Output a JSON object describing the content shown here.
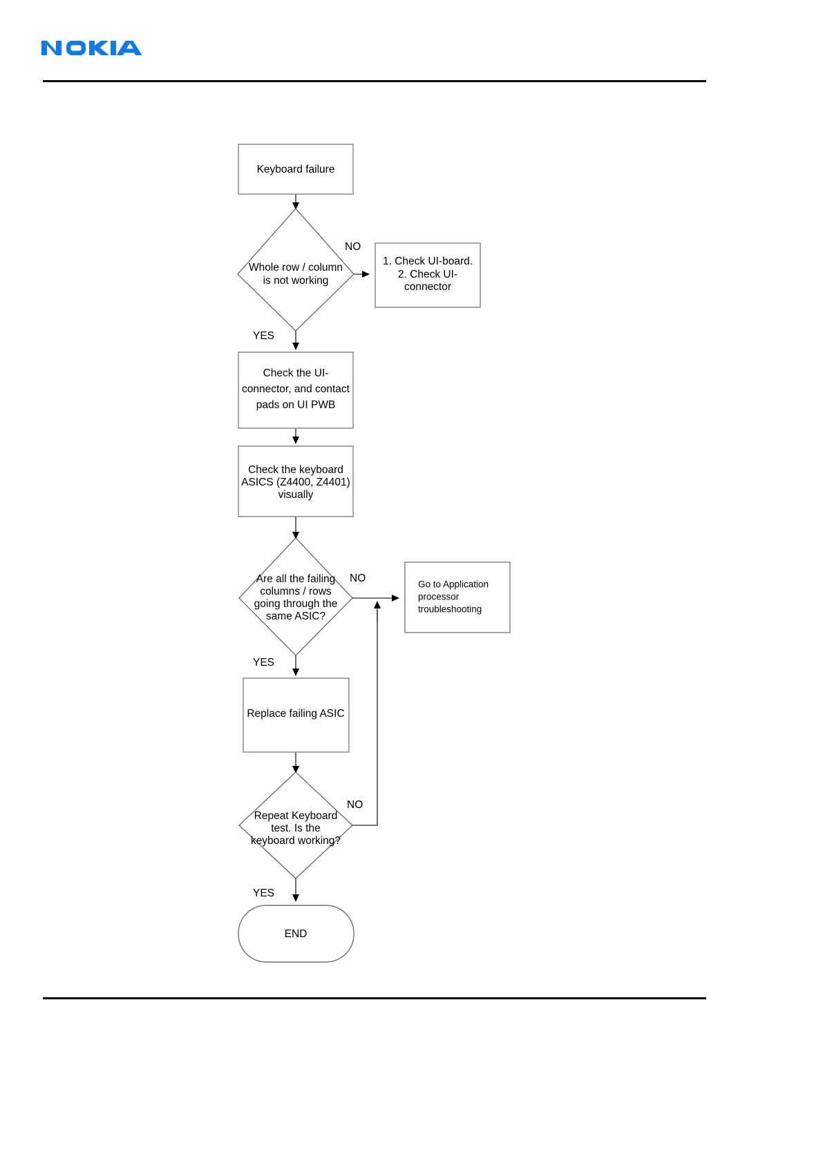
{
  "header": {
    "brand": "NOKIA",
    "brand_color": "#1279e8",
    "rule_color": "#000000"
  },
  "chart_data": {
    "type": "diagram",
    "diagram_kind": "flowchart",
    "title": "Keyboard failure troubleshooting flowchart",
    "nodes": [
      {
        "id": "start",
        "shape": "process",
        "text": "Keyboard failure"
      },
      {
        "id": "d1",
        "shape": "decision",
        "text": "Whole row / column\nis not working"
      },
      {
        "id": "checkui",
        "shape": "process",
        "text": "1. Check UI-board.\n2. Check UI-\nconnector"
      },
      {
        "id": "connpads",
        "shape": "process",
        "text": "Check the UI-\nconnector, and contact\npads on UI PWB"
      },
      {
        "id": "asicsvis",
        "shape": "process",
        "text": "Check the keyboard\nASICS (Z4400, Z4401)\nvisually"
      },
      {
        "id": "d2",
        "shape": "decision",
        "text": "Are all the failing\ncolumns / rows\ngoing through the\nsame ASIC?"
      },
      {
        "id": "appproc",
        "shape": "process",
        "text": "Go to Application\nprocessor\ntroubleshooting"
      },
      {
        "id": "replace",
        "shape": "process",
        "text": "Replace failing ASIC"
      },
      {
        "id": "d3",
        "shape": "decision",
        "text": "Repeat Keyboard\ntest. Is the\nkeyboard working?"
      },
      {
        "id": "end",
        "shape": "terminator",
        "text": "END"
      }
    ],
    "edges": [
      {
        "from": "start",
        "to": "d1",
        "label": ""
      },
      {
        "from": "d1",
        "to": "checkui",
        "label": "NO"
      },
      {
        "from": "d1",
        "to": "connpads",
        "label": "YES"
      },
      {
        "from": "connpads",
        "to": "asicsvis",
        "label": ""
      },
      {
        "from": "asicsvis",
        "to": "d2",
        "label": ""
      },
      {
        "from": "d2",
        "to": "appproc",
        "label": "NO"
      },
      {
        "from": "d2",
        "to": "replace",
        "label": "YES"
      },
      {
        "from": "replace",
        "to": "d3",
        "label": ""
      },
      {
        "from": "d3",
        "to": "appproc",
        "label": "NO"
      },
      {
        "from": "d3",
        "to": "end",
        "label": "YES"
      }
    ]
  },
  "flow": {
    "start": {
      "line1": "Keyboard failure"
    },
    "d1": {
      "line1": "Whole row / column",
      "line2": "is not working"
    },
    "checkui": {
      "line1": "1. Check UI-board.",
      "line2": "2. Check UI-",
      "line3": "connector"
    },
    "connpads": {
      "line1": "Check the UI-",
      "line2": "connector, and contact",
      "line3": "pads on UI PWB"
    },
    "asicsvis": {
      "line1": "Check the keyboard",
      "line2": "ASICS (Z4400, Z4401)",
      "line3": "visually"
    },
    "d2": {
      "line1": "Are all the failing",
      "line2": "columns / rows",
      "line3": "going through the",
      "line4": "same ASIC?"
    },
    "appproc": {
      "line1": "Go to Application",
      "line2": "processor",
      "line3": "troubleshooting"
    },
    "replace": {
      "line1": "Replace failing ASIC"
    },
    "d3": {
      "line1": "Repeat Keyboard",
      "line2": "test. Is the",
      "line3": "keyboard working?"
    },
    "end": {
      "line1": "END"
    },
    "labels": {
      "no1": "NO",
      "yes1": "YES",
      "no2": "NO",
      "yes2": "YES",
      "no3": "NO",
      "yes3": "YES"
    }
  }
}
